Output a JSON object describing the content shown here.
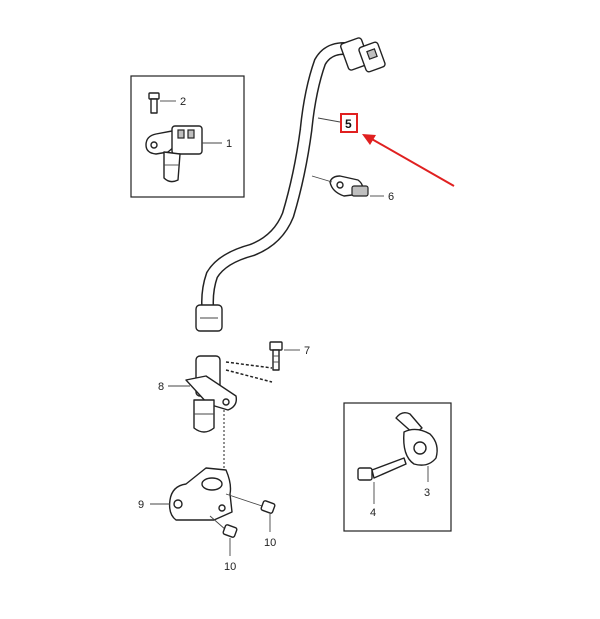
{
  "callouts": {
    "c1": "1",
    "c2": "2",
    "c3": "3",
    "c4": "4",
    "c5": "5",
    "c6": "6",
    "c7": "7",
    "c8": "8",
    "c9": "9",
    "c10a": "10",
    "c10b": "10"
  },
  "colors": {
    "highlight": "#e02020",
    "line": "#222222"
  }
}
